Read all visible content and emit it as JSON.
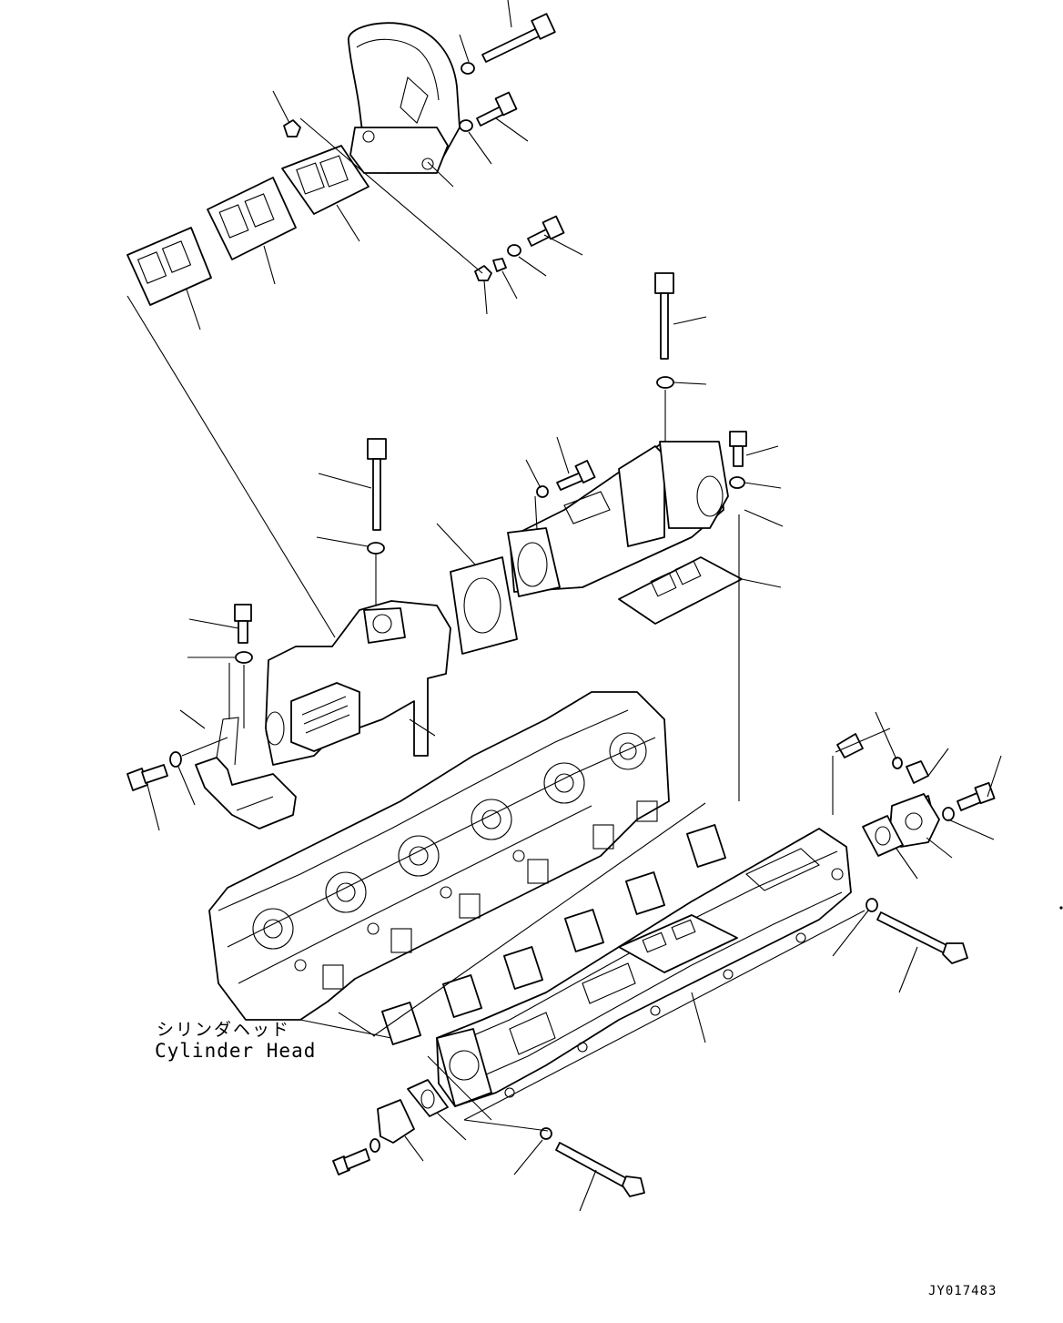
{
  "labels": {
    "cylinder_head_jp": "シリンダヘッド",
    "cylinder_head_en": "Cylinder Head",
    "drawing_code": "JY017483"
  }
}
